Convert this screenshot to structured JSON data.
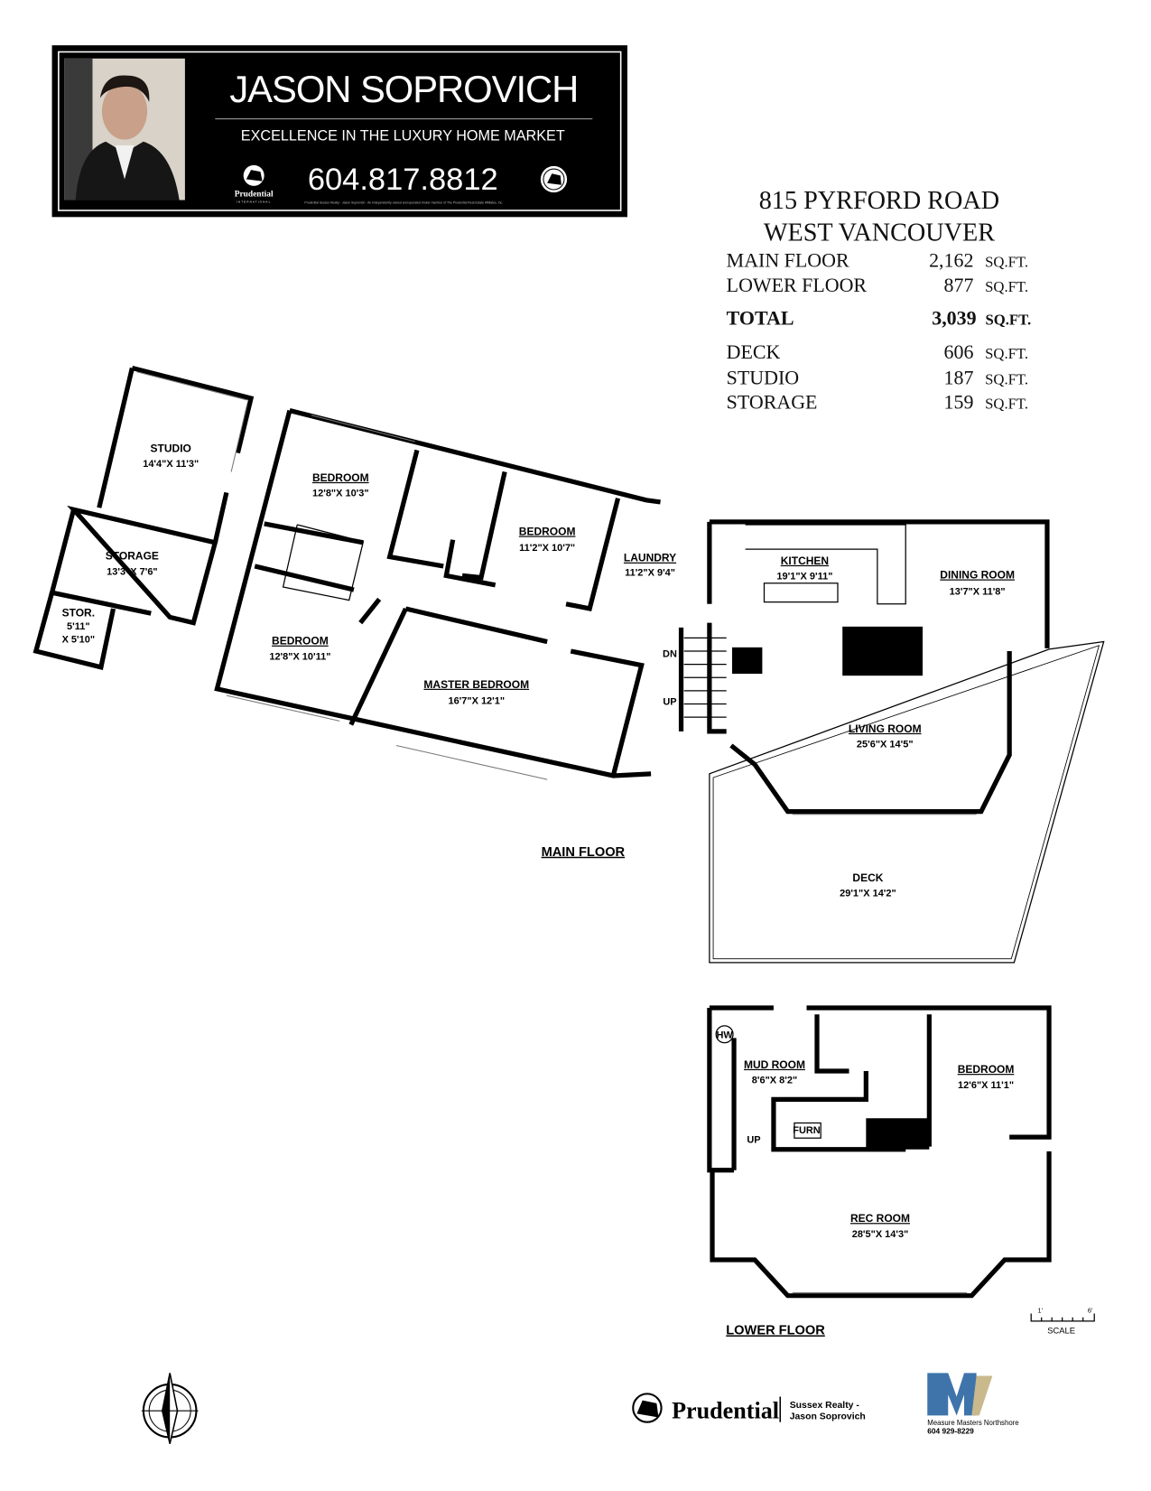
{
  "banner": {
    "name": "JASON SOPROVICH",
    "tagline": "EXCELLENCE IN THE LUXURY HOME MARKET",
    "phone": "604.817.8812",
    "logo_text": "Prudential",
    "logo_subtext": "INTERNATIONAL",
    "disclaimer": "Prudential Sussex Realty - Jason Soprovich - An independently owned and operated broker member of The Prudential Real Estate Affiliates, Inc."
  },
  "property": {
    "address": "815 PYRFORD ROAD",
    "city": "WEST VANCOUVER",
    "areas": [
      {
        "label": "MAIN FLOOR",
        "value": "2,162",
        "unit": "SQ.FT."
      },
      {
        "label": "LOWER FLOOR",
        "value": "877",
        "unit": "SQ.FT."
      }
    ],
    "total": {
      "label": "TOTAL",
      "value": "3,039",
      "unit": "SQ.FT."
    },
    "extras": [
      {
        "label": "DECK",
        "value": "606",
        "unit": "SQ.FT."
      },
      {
        "label": "STUDIO",
        "value": "187",
        "unit": "SQ.FT."
      },
      {
        "label": "STORAGE",
        "value": "159",
        "unit": "SQ.FT."
      }
    ]
  },
  "main_floor": {
    "title": "MAIN FLOOR",
    "rooms": [
      {
        "name": "STUDIO",
        "dims": "14'4\"X 11'3\""
      },
      {
        "name": "STORAGE",
        "dims": "13'3\"X 7'6\""
      },
      {
        "name": "STOR.",
        "dims": "5'11\"",
        "dims2": "X 5'10\""
      },
      {
        "name": "BEDROOM",
        "dims": "12'8\"X 10'3\""
      },
      {
        "name": "BEDROOM",
        "dims": "11'2\"X 10'7\""
      },
      {
        "name": "LAUNDRY",
        "dims": "11'2\"X 9'4\""
      },
      {
        "name": "KITCHEN",
        "dims": "19'1\"X 9'11\""
      },
      {
        "name": "DINING ROOM",
        "dims": "13'7\"X 11'8\""
      },
      {
        "name": "BEDROOM",
        "dims": "12'8\"X 10'11\""
      },
      {
        "name": "MASTER BEDROOM",
        "dims": "16'7\"X 12'1\""
      },
      {
        "name": "LIVING ROOM",
        "dims": "25'6\"X 14'5\""
      },
      {
        "name": "DECK",
        "dims": "29'1\"X 14'2\""
      }
    ],
    "stairs_down": "DN",
    "stairs_up": "UP"
  },
  "lower_floor": {
    "title": "LOWER FLOOR",
    "rooms": [
      {
        "name": "MUD ROOM",
        "dims": "8'6\"X 8'2\""
      },
      {
        "name": "BEDROOM",
        "dims": "12'6\"X 11'1\""
      },
      {
        "name": "REC ROOM",
        "dims": "28'5\"X 14'3\""
      }
    ],
    "hw": "HW",
    "furn": "FURN",
    "stairs_up": "UP"
  },
  "scale": {
    "start": "1'",
    "end": "6'",
    "label": "SCALE"
  },
  "footer": {
    "brand": "Prudential",
    "office_line1": "Sussex Realty -",
    "office_line2": "Jason Soprovich",
    "measurer": "Measure Masters Northshore",
    "measurer_phone": "604 929-8229",
    "measurer_logo": "MM"
  },
  "colors": {
    "measurer_blue": "#3f74ab",
    "measurer_tan": "#c9b98c",
    "banner_bg": "#000000"
  }
}
